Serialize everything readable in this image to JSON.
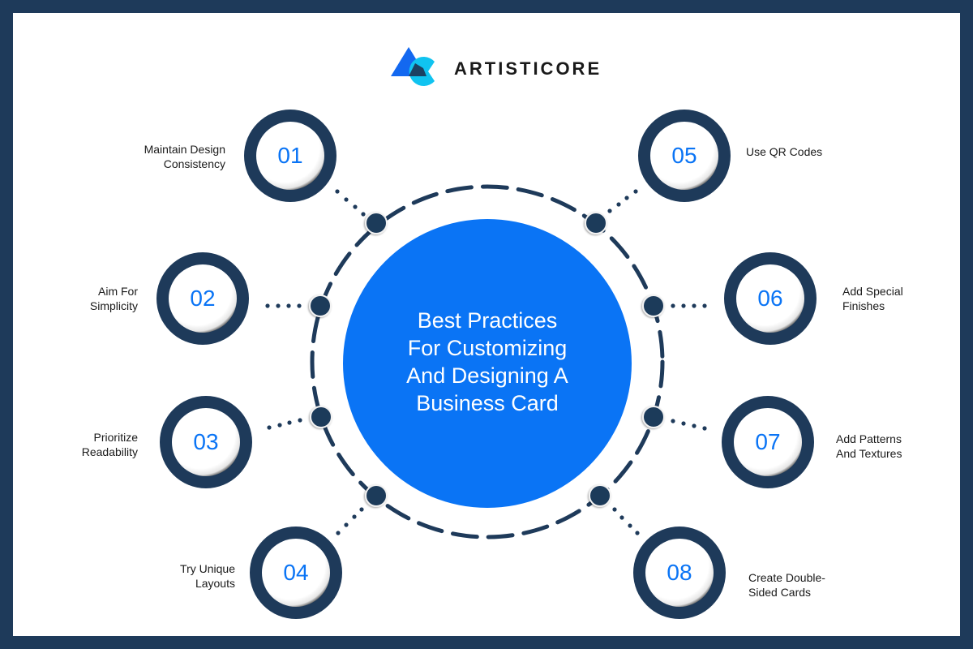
{
  "brand": {
    "name": "ARTISTICORE",
    "colors": {
      "triangle": "#1368f0",
      "circle": "#10c3f0",
      "overlap": "#1e3a5a"
    }
  },
  "title": "Best Practices For Customizing And Designing A Business Card",
  "title_lines": [
    "Best Practices",
    "For Customizing",
    "And Designing A",
    "Business Card"
  ],
  "colors": {
    "frame": "#1e3a5a",
    "accent_blue": "#0a74f5",
    "ring": "#1e3a5a",
    "background": "#ffffff"
  },
  "steps": [
    {
      "number": "01",
      "label_lines": [
        "Maintain Design",
        "Consistency"
      ]
    },
    {
      "number": "02",
      "label_lines": [
        "Aim For",
        "Simplicity"
      ]
    },
    {
      "number": "03",
      "label_lines": [
        "Prioritize",
        "Readability"
      ]
    },
    {
      "number": "04",
      "label_lines": [
        "Try Unique",
        "Layouts"
      ]
    },
    {
      "number": "05",
      "label_lines": [
        "Use QR Codes"
      ]
    },
    {
      "number": "06",
      "label_lines": [
        "Add Special",
        "Finishes"
      ]
    },
    {
      "number": "07",
      "label_lines": [
        "Add Patterns",
        "And Textures"
      ]
    },
    {
      "number": "08",
      "label_lines": [
        "Create Double-",
        "Sided Cards"
      ]
    }
  ]
}
